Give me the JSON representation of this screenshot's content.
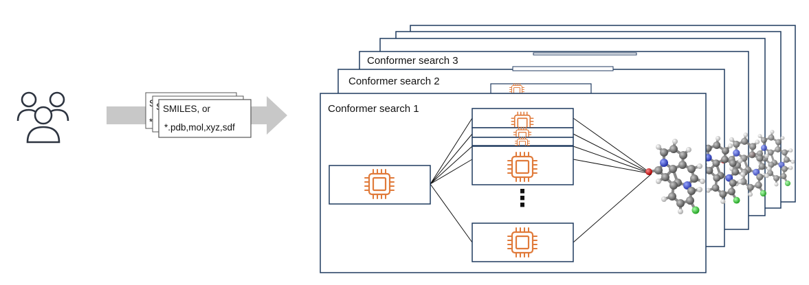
{
  "input": {
    "line1": "SMILES, or",
    "line2": "*.pdb,mol,xyz,sdf"
  },
  "frames": [
    {
      "label": "Conformer search 1"
    },
    {
      "label": "Conformer search 2"
    },
    {
      "label": "Conformer search 3"
    }
  ],
  "ellipsis": "⋮",
  "icons": {
    "users": "users-icon",
    "document": "document-stack-icon",
    "arrow": "arrow-right-icon",
    "chip": "processor-chip-icon",
    "molecule": "molecule-icon"
  },
  "colors": {
    "frame_border": "#1f3a5f",
    "chip": "#e07a3a",
    "arrow": "#c8c8c8",
    "users_icon": "#2d3440",
    "atom_carbon": "#707070",
    "atom_hydrogen": "#e8e8e8",
    "atom_nitrogen": "#3a4fd0",
    "atom_oxygen": "#d02020",
    "atom_chlorine": "#40d040"
  }
}
